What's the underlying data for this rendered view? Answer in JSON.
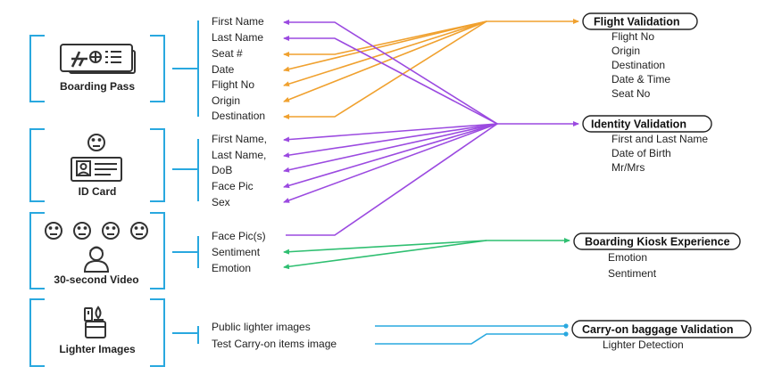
{
  "colors": {
    "frame": "#29a8df",
    "flight": "#f0a12f",
    "identity": "#9b4ae0",
    "kiosk": "#2fbf71",
    "baggage": "#29a8df",
    "icon": "#333333"
  },
  "sources": [
    {
      "label": "Boarding Pass",
      "icon": "boarding-pass-icon",
      "fields": [
        "First Name",
        "Last Name",
        "Seat #",
        "Date",
        "Flight No",
        "Origin",
        "Destination"
      ]
    },
    {
      "label": "ID Card",
      "icon": "id-card-icon",
      "fields": [
        "First Name,",
        "Last Name,",
        "DoB",
        "Face Pic",
        "Sex"
      ]
    },
    {
      "label": "30-second Video",
      "icon": "video-faces-icon",
      "fields": [
        "Face Pic(s)",
        "Sentiment",
        "Emotion"
      ]
    },
    {
      "label": "Lighter Images",
      "icon": "lighter-icon",
      "fields": [
        "Public lighter images",
        "Test Carry-on items image"
      ]
    }
  ],
  "validations": [
    {
      "title": "Flight Validation",
      "items": [
        "Flight No",
        "Origin",
        "Destination",
        "Date & Time",
        "Seat No"
      ]
    },
    {
      "title": "Identity Validation",
      "items": [
        "First and Last Name",
        "Date of Birth",
        "Mr/Mrs"
      ]
    },
    {
      "title": "Boarding Kiosk Experience",
      "items": [
        "Emotion",
        "Sentiment"
      ]
    },
    {
      "title": "Carry-on baggage Validation",
      "items": [
        "Lighter Detection"
      ]
    }
  ]
}
